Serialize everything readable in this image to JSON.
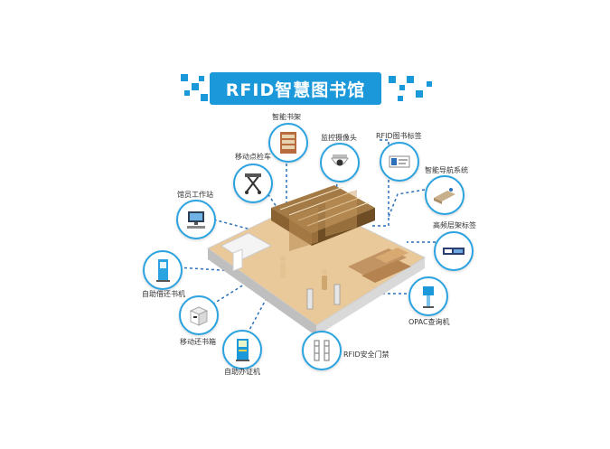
{
  "title": "RFID智慧图书馆",
  "nodes": {
    "smart_shelf": "智能书架",
    "camera": "监控摄像头",
    "rfid_tag": "RFID图书标签",
    "mobile_cart": "移动点检车",
    "navigation": "智能导航系统",
    "staff_station": "馆员工作站",
    "shelf_tag": "高频层架标签",
    "self_checkout": "自助借还书机",
    "opac": "OPAC查询机",
    "return_box": "移动还书箱",
    "security_gate": "RFID安全门禁",
    "card_machine": "自助办证机"
  },
  "colors": {
    "accent": "#1b98d9",
    "line": "#2a6fb8"
  }
}
